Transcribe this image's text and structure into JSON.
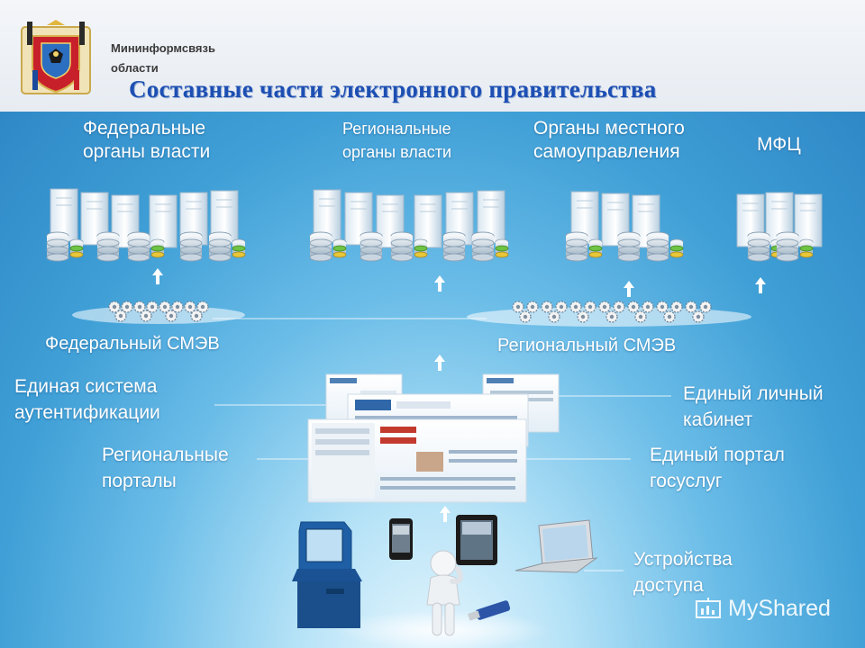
{
  "header": {
    "ministry": "Мининформсвязь\nобласти",
    "title": "Составные части электронного правительства"
  },
  "top_labels": {
    "federal": "Федеральные\nорганы власти",
    "regional": "Региональные\nорганы власти",
    "local": "Органы местного\nсамоуправления",
    "mfc": "МФЦ"
  },
  "smev": {
    "federal": "Федеральный СМЭВ",
    "regional": "Региональный СМЭВ"
  },
  "side_labels": {
    "auth": "Единая система\nаутентификации",
    "regional_portals": "Региональные\nпорталы",
    "personal_cabinet": "Единый личный\nкабинет",
    "gosuslugi": "Единый портал\nгосуслуг",
    "devices": "Устройства\nдоступа"
  },
  "watermark": "MyShared",
  "colors": {
    "title": "#1d4fb3",
    "background_dark": "#2f88c6",
    "background_light": "#eaf7fe",
    "label": "#ffffff"
  },
  "icons": [
    "crest-icon",
    "server-icon",
    "database-icon",
    "arrow-up-icon",
    "kiosk-icon",
    "phone-icon",
    "tablet-icon",
    "laptop-icon",
    "usb-modem-icon",
    "person-figure-icon",
    "portal-screenshot",
    "presentation-icon"
  ]
}
